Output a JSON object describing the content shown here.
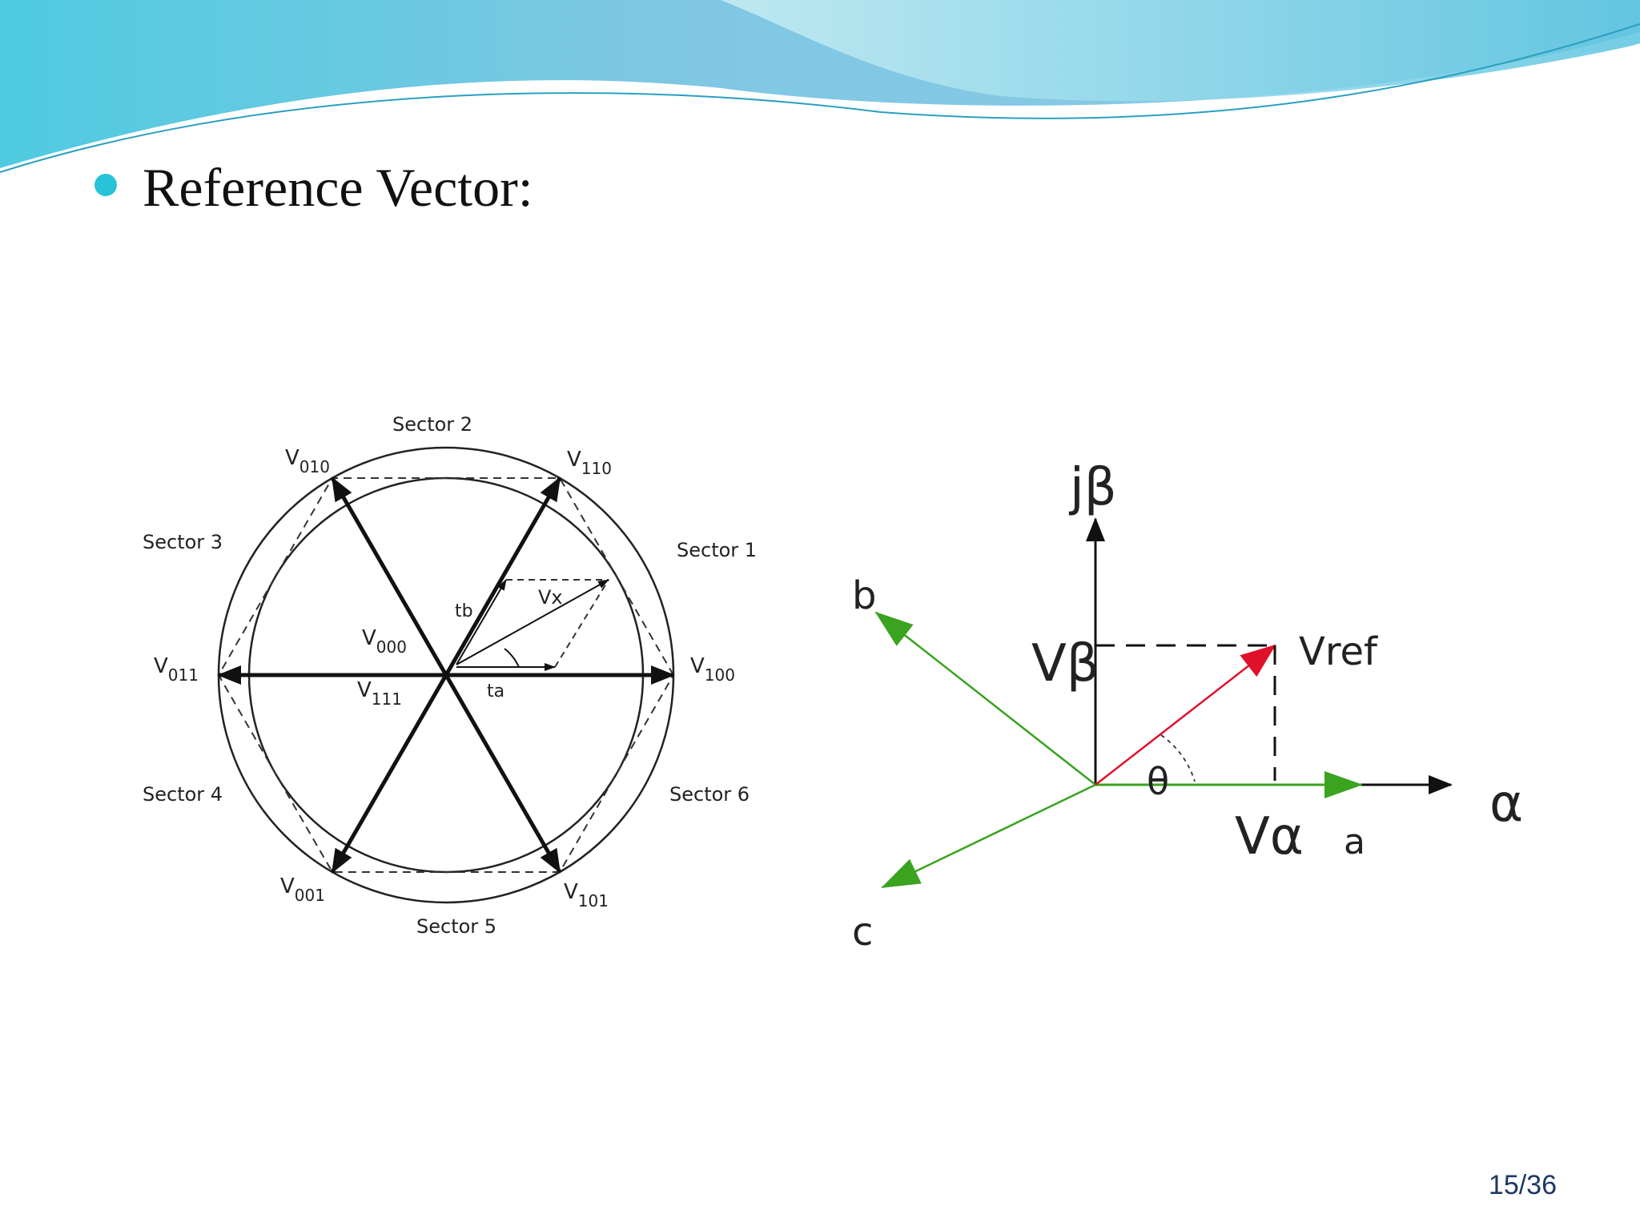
{
  "slide": {
    "heading": "Reference Vector:",
    "page_number": "15/36"
  },
  "hexagon": {
    "sectors": [
      "Sector 1",
      "Sector 2",
      "Sector 3",
      "Sector 4",
      "Sector 5",
      "Sector 6"
    ],
    "vectors": [
      {
        "base": "V",
        "sub": "100"
      },
      {
        "base": "V",
        "sub": "110"
      },
      {
        "base": "V",
        "sub": "010"
      },
      {
        "base": "V",
        "sub": "011"
      },
      {
        "base": "V",
        "sub": "001"
      },
      {
        "base": "V",
        "sub": "101"
      },
      {
        "base": "V",
        "sub": "000"
      },
      {
        "base": "V",
        "sub": "111"
      }
    ],
    "labels": {
      "tb": "tb",
      "vx": "Vx",
      "ta": "ta"
    }
  },
  "phasor": {
    "axis_beta": "jβ",
    "axis_alpha": "α",
    "v_beta": "Vβ",
    "v_alpha": "Vα",
    "v_ref": "Vref",
    "theta": "θ",
    "phase_a": "a",
    "phase_b": "b",
    "phase_c": "c",
    "colors": {
      "phase": "#3aa31f",
      "ref": "#e0102a",
      "axis": "#111111"
    }
  }
}
